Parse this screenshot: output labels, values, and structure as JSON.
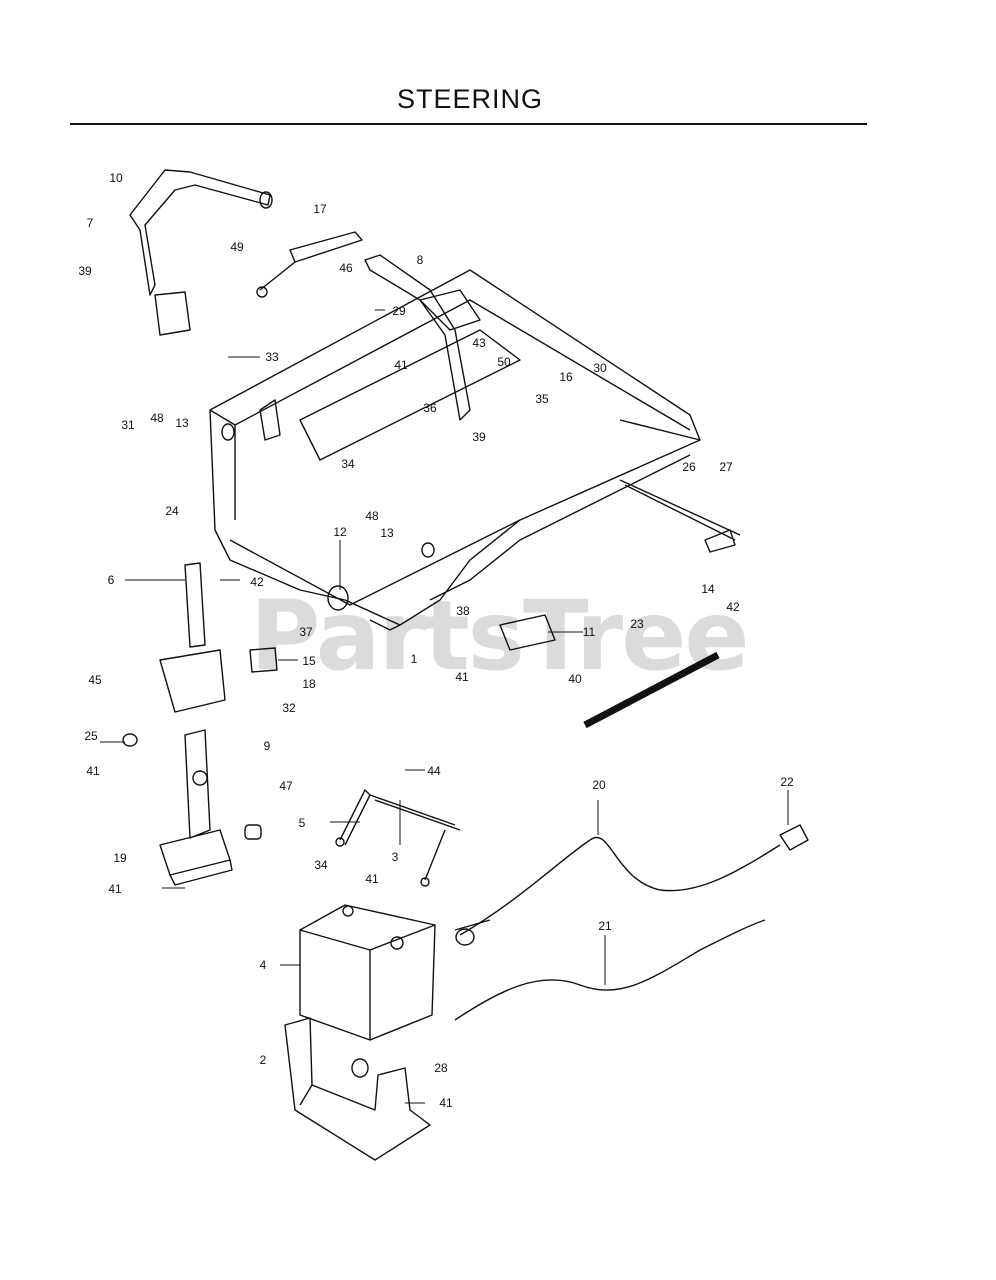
{
  "title": "STEERING",
  "watermark": "PartsTree",
  "callouts": [
    "10",
    "7",
    "39",
    "17",
    "49",
    "46",
    "8",
    "29",
    "33",
    "41",
    "43",
    "50",
    "16",
    "30",
    "36",
    "35",
    "31",
    "48",
    "13",
    "39",
    "34",
    "26",
    "27",
    "24",
    "48",
    "13",
    "12",
    "6",
    "42",
    "14",
    "42",
    "38",
    "11",
    "23",
    "37",
    "15",
    "1",
    "45",
    "18",
    "41",
    "40",
    "32",
    "25",
    "9",
    "41",
    "47",
    "44",
    "20",
    "22",
    "5",
    "3",
    "19",
    "34",
    "41",
    "41",
    "21",
    "4",
    "2",
    "28",
    "41"
  ]
}
